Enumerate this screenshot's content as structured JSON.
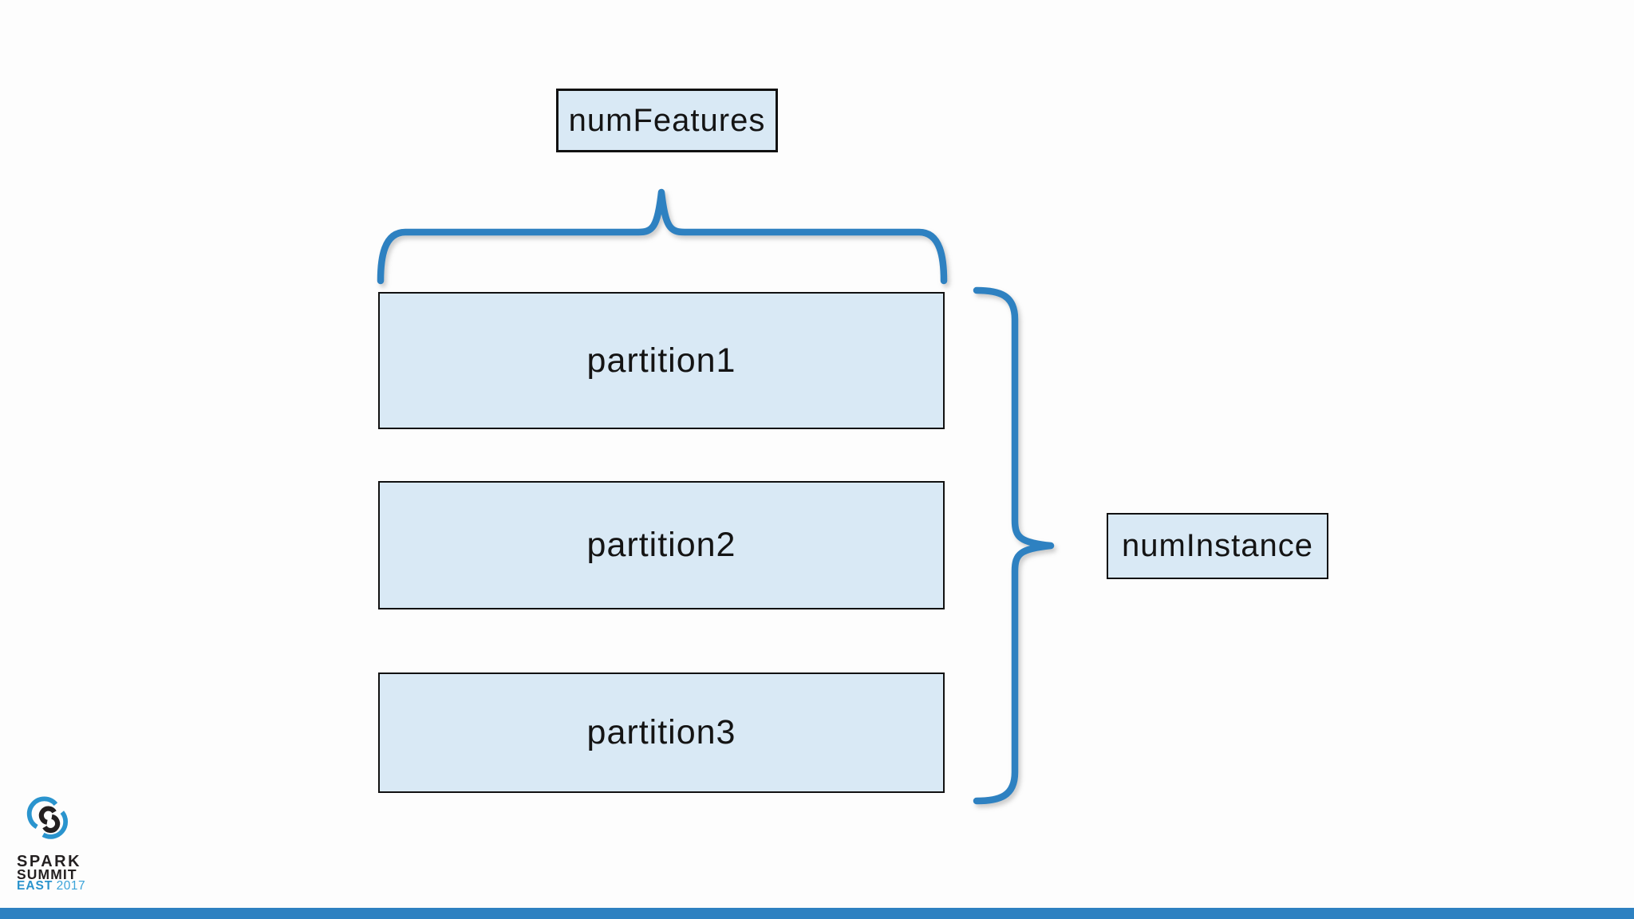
{
  "diagram": {
    "feature_label": "numFeatures",
    "instance_label": "numInstance",
    "partitions": [
      {
        "label": "partition1"
      },
      {
        "label": "partition2"
      },
      {
        "label": "partition3"
      }
    ]
  },
  "footer": {
    "logo": {
      "line1": "SPARK",
      "line2": "SUMMIT",
      "line3_word": "EAST",
      "line3_year": "2017"
    }
  },
  "colors": {
    "box_fill": "#d9e9f5",
    "box_border": "#111111",
    "brace_blue": "#2e81c1",
    "bottom_bar_blue": "#2e81c1",
    "logo_black": "#231f20",
    "logo_blue": "#2a94ce",
    "logo_year_blue": "#3ba3d9"
  }
}
